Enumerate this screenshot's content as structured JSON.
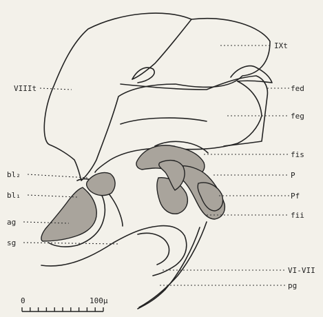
{
  "labels": {
    "viiit": "VIIIt",
    "ixt": "IXt",
    "fed": "fed",
    "feg": "feg",
    "fis": "fis",
    "p": "P",
    "pf": "Pf",
    "fii": "fii",
    "bl2": "bl₂",
    "bl1": "bl₁",
    "ag": "ag",
    "sg": "sg",
    "vi_vii": "VI-VII",
    "pg": "pg"
  },
  "scale_bar": {
    "start_label": "0",
    "end_label": "100µ"
  },
  "colors": {
    "ink": "#222222",
    "shading": "#a9a49c",
    "paper": "#f3f1ea"
  }
}
